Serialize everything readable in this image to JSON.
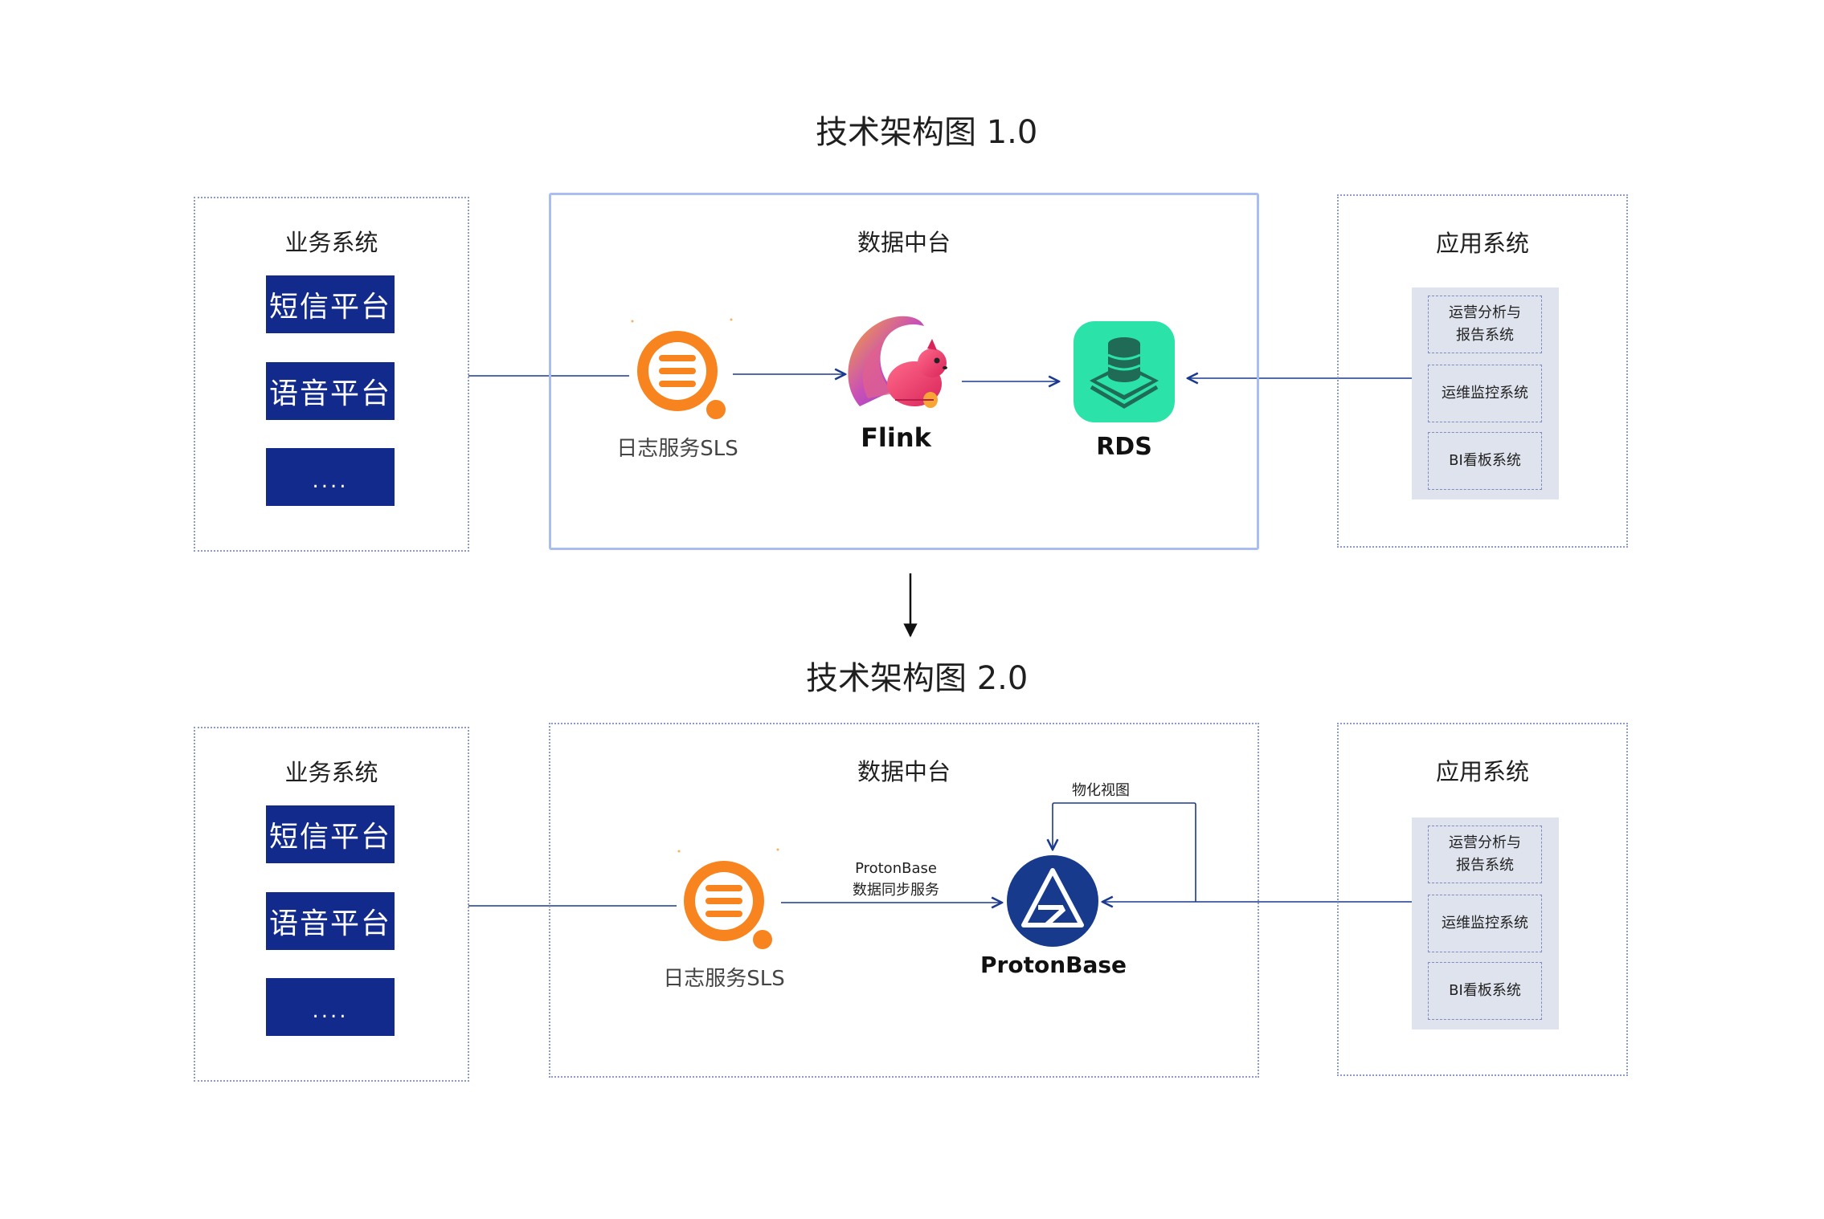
{
  "diagram_v1": {
    "title": "技术架构图 1.0",
    "business": {
      "title": "业务系统",
      "items": [
        "短信平台",
        "语音平台",
        "...."
      ]
    },
    "data_platform": {
      "title": "数据中台",
      "nodes": {
        "sls": "日志服务SLS",
        "flink": "Flink",
        "rds": "RDS"
      }
    },
    "apps": {
      "title": "应用系统",
      "items": [
        "运营分析与\n报告系统",
        "运维监控系统",
        "BI看板系统"
      ]
    }
  },
  "diagram_v2": {
    "title": "技术架构图 2.0",
    "business": {
      "title": "业务系统",
      "items": [
        "短信平台",
        "语音平台",
        "...."
      ]
    },
    "data_platform": {
      "title": "数据中台",
      "nodes": {
        "sls": "日志服务SLS",
        "protonbase": "ProtonBase"
      },
      "edge_label_sync": "ProtonBase\n数据同步服务",
      "edge_label_mv": "物化视图"
    },
    "apps": {
      "title": "应用系统",
      "items": [
        "运营分析与\n报告系统",
        "运维监控系统",
        "BI看板系统"
      ]
    }
  },
  "colors": {
    "business_button": "#112a8c",
    "line": "#1b3a8f",
    "sls_orange": "#f7841e",
    "rds_green": "#2be3a8",
    "protonbase_navy": "#173a8c"
  }
}
